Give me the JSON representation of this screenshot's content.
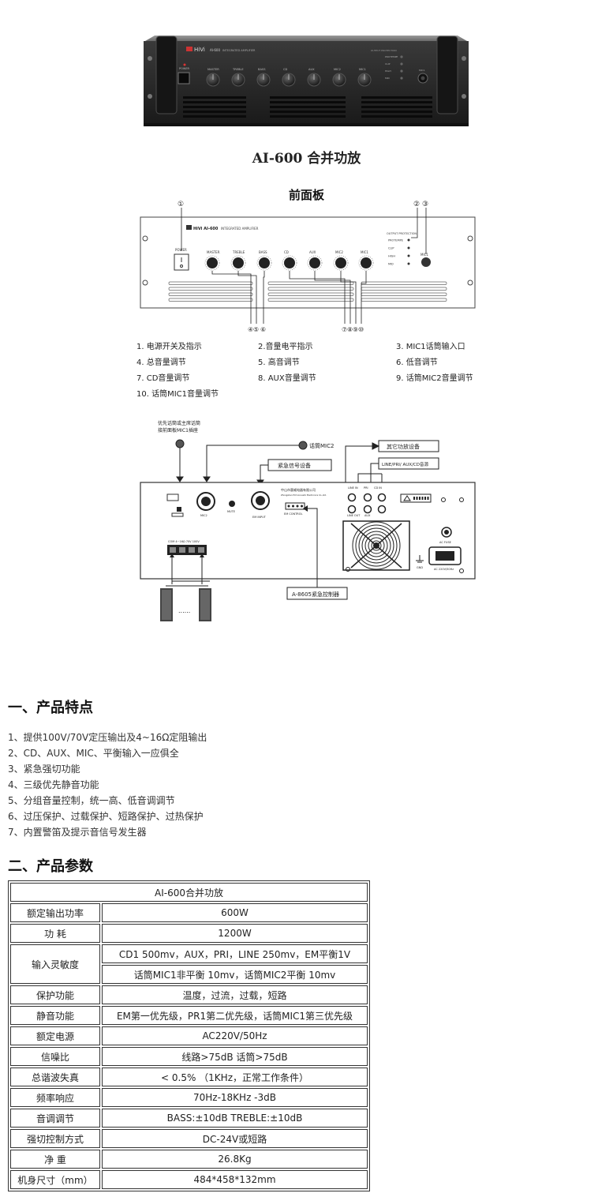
{
  "photo": {
    "brand": "HiVi",
    "model": "AI-600",
    "model_desc": "INTEGRATED AMPLIFIER",
    "power_label": "POWER",
    "knob_labels": [
      "MASTER",
      "TREBLE",
      "BASS",
      "CD",
      "AUX",
      "MIC2",
      "MIC1"
    ],
    "protection_title": "OUTPUT PROTECTION",
    "protection_labels": [
      "PROTEMPE",
      "CLIP",
      "HIGH",
      "MID"
    ],
    "mic_label": "MIC1"
  },
  "caption": "AI-600 合并功放",
  "front_panel": {
    "title": "前面板",
    "brand": "HiVi AI-600",
    "model_desc": "INTEGRATED AMPLIFIER",
    "power_label": "POWER",
    "knob_labels": [
      "MASTER",
      "TREBLE",
      "BASS",
      "CD",
      "AUX",
      "MIC2",
      "MIC1"
    ],
    "protection_title": "OUTPUT PROTECTION",
    "protection_labels": [
      "PROTEMPE",
      "CLIP",
      "HIGH",
      "MID"
    ],
    "mic_label": "MIC1",
    "callouts_top": [
      "①",
      "②",
      "③"
    ],
    "callouts_bottom": [
      "④",
      "⑤",
      "⑥",
      "⑦",
      "⑧",
      "⑨",
      "⑩"
    ]
  },
  "legend": [
    [
      "1. 电源开关及指示",
      "2.音量电平指示",
      "3. MIC1话筒输入口"
    ],
    [
      "4. 总音量调节",
      "5. 高音调节",
      "6. 低音调节"
    ],
    [
      "7. CD音量调节",
      "8. AUX音量调节",
      "9. 话筒MIC2音量调节"
    ],
    [
      "10. 话筒MIC1音量调节"
    ]
  ],
  "rear_panel": {
    "priority_note_1": "优先话筒或主席话筒",
    "priority_note_2": "接前面板MIC1插座",
    "mic2_label": "话筒MIC2",
    "other_amp": "其它功放设备",
    "line_source": "LINE/PRI/ AUX/CD音源",
    "emergency_device": "紧急信号设备",
    "manufacturer": "中山市惠威电器有限公司",
    "manufacturer_en": "Zhongshan HiVi Acoustic Electronics Co.,Ltd.",
    "mute": "MUTE",
    "mic2_jack": "MIC2",
    "em_input": "EM INPUT",
    "em_control": "EM CONTROL",
    "line_in": "LINE IN",
    "pri": "PRI",
    "cd_in": "CD IN",
    "line_out": "LINE OUT",
    "aux": "AUX",
    "ac_fuse": "AC FUSE",
    "gnd": "GND",
    "ac_input": "AC 220V/50Hz",
    "terminal_label": "COM 4~16Ω 70V 100V",
    "controller": "A-8605紧急控制器",
    "dots": "......"
  },
  "features_title": "一、产品特点",
  "features": [
    "1、提供100V/70V定压输出及4~16Ω定阻输出",
    "2、CD、AUX、MIC、平衡输入一应俱全",
    "3、紧急强切功能",
    "4、三级优先静音功能",
    "5、分组音量控制，统一高、低音调调节",
    "6、过压保护、过载保护、短路保护、过热保护",
    "7、内置警笛及提示音信号发生器"
  ],
  "specs_title": "二、产品参数",
  "specs": {
    "header": "AI-600合并功放",
    "rows": [
      {
        "label": "额定输出功率",
        "value": "600W"
      },
      {
        "label": "功 耗",
        "value": "1200W"
      },
      {
        "label": "输入灵敏度",
        "value": "CD1 500mv，AUX，PRI，LINE 250mv，EM平衡1V",
        "value2": "话筒MIC1非平衡 10mv，话筒MIC2平衡 10mv"
      },
      {
        "label": "保护功能",
        "value": "温度，过流，过载，短路"
      },
      {
        "label": "静音功能",
        "value": "EM第一优先级，PR1第二优先级，话筒MIC1第三优先级"
      },
      {
        "label": "额定电源",
        "value": "AC220V/50Hz"
      },
      {
        "label": "信噪比",
        "value": "线路>75dB 话筒>75dB"
      },
      {
        "label": "总谐波失真",
        "value": "< 0.5% （1KHz，正常工作条件）"
      },
      {
        "label": "频率响应",
        "value": "70Hz-18KHz -3dB"
      },
      {
        "label": "音调调节",
        "value": "BASS:±10dB TREBLE:±10dB"
      },
      {
        "label": "强切控制方式",
        "value": "DC-24V或短路"
      },
      {
        "label": "净 重",
        "value": "26.8Kg"
      },
      {
        "label": "机身尺寸（mm）",
        "value": "484*458*132mm"
      }
    ]
  }
}
